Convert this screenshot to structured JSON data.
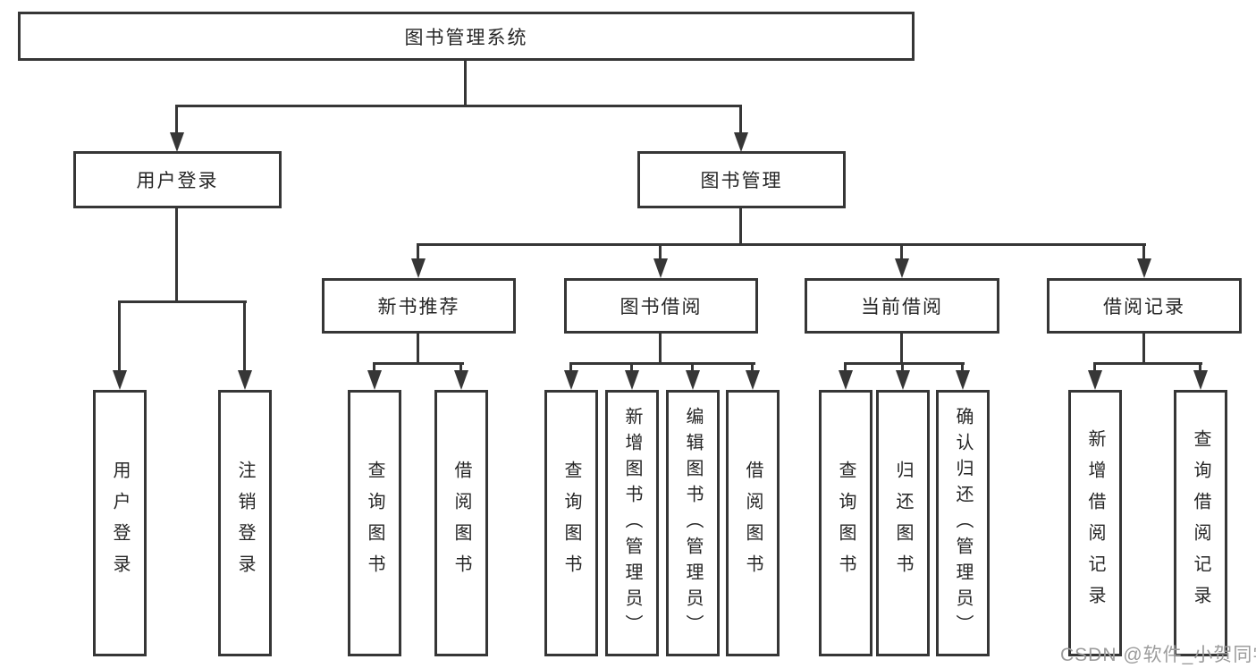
{
  "diagram": {
    "root_label": "图书管理系统",
    "branches": [
      {
        "label": "用户登录",
        "children": [
          "用户登录",
          "注销登录"
        ]
      },
      {
        "label": "图书管理",
        "sections": [
          {
            "label": "新书推荐",
            "children": [
              "查询图书",
              "借阅图书"
            ]
          },
          {
            "label": "图书借阅",
            "children": [
              "查询图书",
              "新增图书（管理员）",
              "编辑图书（管理员）",
              "借阅图书"
            ]
          },
          {
            "label": "当前借阅",
            "children": [
              "查询图书",
              "归还图书",
              "确认归还（管理员）"
            ]
          },
          {
            "label": "借阅记录",
            "children": [
              "新增借阅记录",
              "查询借阅记录"
            ]
          }
        ]
      }
    ]
  },
  "watermark": {
    "text": "CSDN @软件_小贺同学"
  },
  "colors": {
    "line": "#363636",
    "box_border": "#363636",
    "text": "#262626",
    "watermark": "#9c9c9c",
    "background": "#ffffff"
  }
}
